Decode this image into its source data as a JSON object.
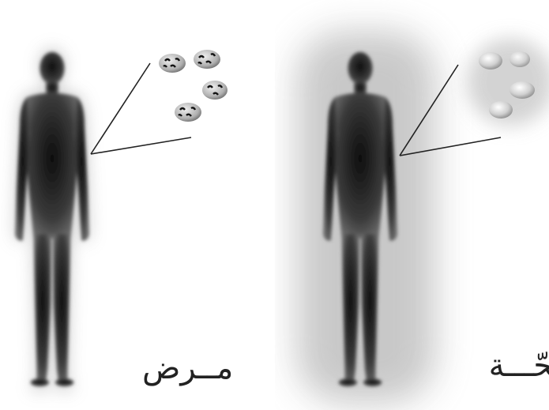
{
  "panels": {
    "sick": {
      "label": "مــرض",
      "cell_type": "diseased-cell-icon",
      "aura": "weak"
    },
    "healthy": {
      "label": "صحّـــة",
      "cell_type": "healthy-cell-icon",
      "aura": "strong"
    }
  },
  "colors": {
    "body": "#2a2a2a",
    "aura": "#bdbdbd",
    "cell_healthy": "#d8d8d8",
    "cell_spots": "#1a1a1a"
  }
}
